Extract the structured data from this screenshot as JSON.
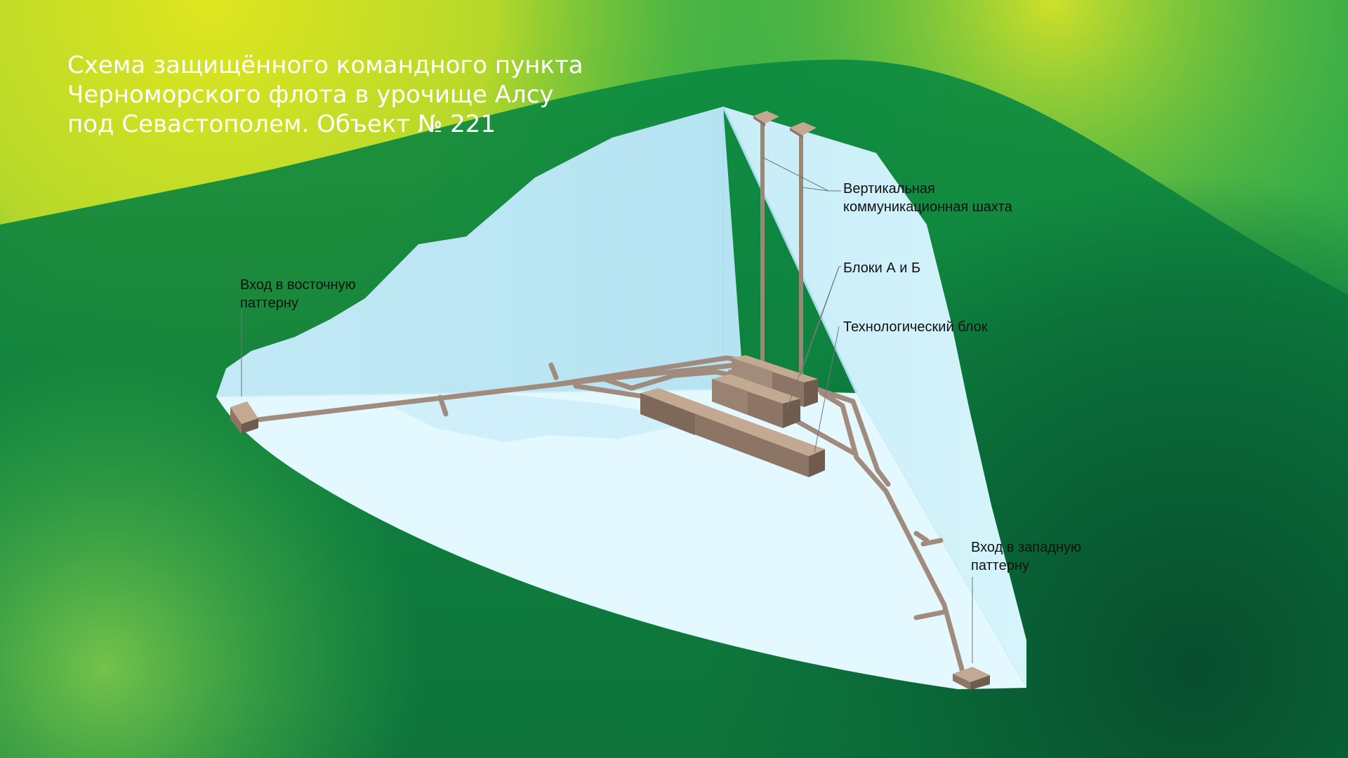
{
  "title": {
    "line1": "Схема защищённого командного пункта",
    "line2": "Черноморского флота в урочище Алсу",
    "line3": "под Севастополем. Объект № 221"
  },
  "labels": {
    "vertical_shaft": {
      "line1": "Вертикальная",
      "line2": "коммуникационная шахта"
    },
    "blocks_ab": "Блоки А и Б",
    "tech_block": "Технологический блок",
    "east_entrance": {
      "line1": "Вход в восточную",
      "line2": "паттерну"
    },
    "west_entrance": {
      "line1": "Вход в западную",
      "line2": "паттерну"
    }
  },
  "colors": {
    "bg_light": "#d8e324",
    "bg_mid": "#3bb54a",
    "bg_dark": "#0a5e35",
    "ice_back": "#bfe8f4",
    "ice_floor": "#e3f9ff",
    "tunnel": "#a18b7c",
    "block_top": "#c3a992",
    "block_front": "#8d7565",
    "block_side": "#6f5c4f"
  }
}
